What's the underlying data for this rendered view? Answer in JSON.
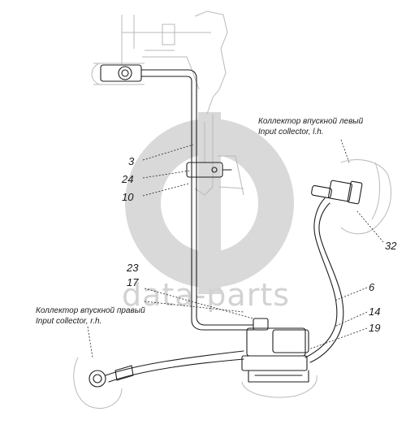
{
  "watermark": {
    "brand": "data-parts"
  },
  "callouts": {
    "c3": "3",
    "c24": "24",
    "c10": "10",
    "c23": "23",
    "c17": "17",
    "c6": "6",
    "c14": "14",
    "c19": "19",
    "c32": "32"
  },
  "captions": {
    "left_ru": "Коллектор впускной левый",
    "left_en": "Input collector, l.h.",
    "right_ru": "Коллектор впускной правый",
    "right_en": "Input collector, r.h."
  }
}
